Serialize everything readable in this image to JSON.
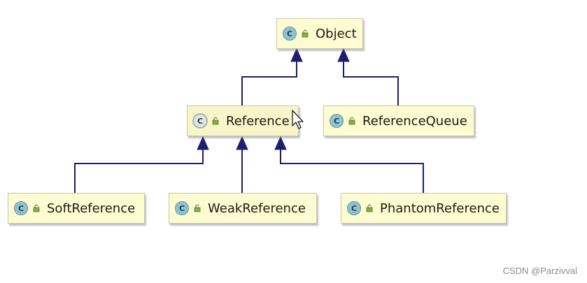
{
  "diagram": {
    "nodes": {
      "object": {
        "label": "Object",
        "icon": "class-icon",
        "icon_letter": "C"
      },
      "reference": {
        "label": "Reference",
        "icon": "abstract-class-icon",
        "icon_letter": "C"
      },
      "reference_queue": {
        "label": "ReferenceQueue",
        "icon": "class-icon",
        "icon_letter": "C"
      },
      "soft_reference": {
        "label": "SoftReference",
        "icon": "class-icon",
        "icon_letter": "C"
      },
      "weak_reference": {
        "label": "WeakReference",
        "icon": "class-icon",
        "icon_letter": "C"
      },
      "phantom_reference": {
        "label": "PhantomReference",
        "icon": "class-icon",
        "icon_letter": "C"
      }
    },
    "edges": [
      {
        "from": "reference",
        "to": "object",
        "type": "extends"
      },
      {
        "from": "reference_queue",
        "to": "object",
        "type": "extends"
      },
      {
        "from": "soft_reference",
        "to": "reference",
        "type": "extends"
      },
      {
        "from": "weak_reference",
        "to": "reference",
        "type": "extends"
      },
      {
        "from": "phantom_reference",
        "to": "reference",
        "type": "extends"
      }
    ],
    "colors": {
      "node_fill": "#fefcd0",
      "edge": "#1a1f6e",
      "class_icon": "#8ec3cf"
    }
  },
  "watermark": "CSDN @Parzivval"
}
